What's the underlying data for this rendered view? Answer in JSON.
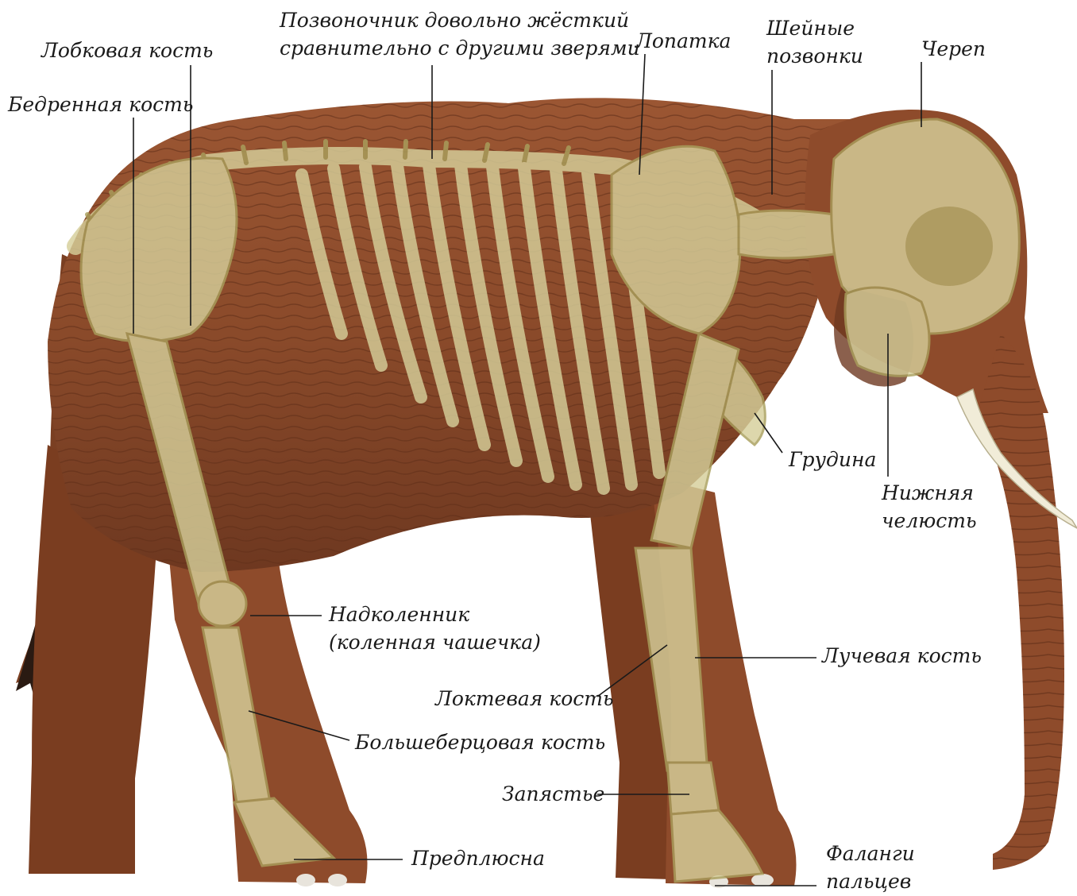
{
  "colors": {
    "skin": "#8a4a2a",
    "skin_dark": "#5e2d17",
    "skin_light": "#b06a42",
    "bone": "#d6cf9a",
    "bone_dark": "#a99f5c",
    "tusk": "#f1ecd8",
    "line": "#1a1a1a"
  },
  "labels": {
    "spine_line1": "Позвоночник довольно жёсткий",
    "spine_line2": "сравнительно с другими зверями",
    "pubic": "Лобковая кость",
    "femur": "Бедренная кость",
    "scapula": "Лопатка",
    "cervical_line1": "Шейные",
    "cervical_line2": "позвонки",
    "skull": "Череп",
    "sternum": "Грудина",
    "mandible_line1": "Нижняя",
    "mandible_line2": "челюсть",
    "patella_line1": "Надколенник",
    "patella_line2": "(коленная чашечка)",
    "radius": "Лучевая кость",
    "ulna": "Локтевая кость",
    "tibia": "Большеберцовая кость",
    "carpus": "Запястье",
    "tarsus": "Предплюсна",
    "phalanges_line1": "Фаланги",
    "phalanges_line2": "пальцев"
  }
}
